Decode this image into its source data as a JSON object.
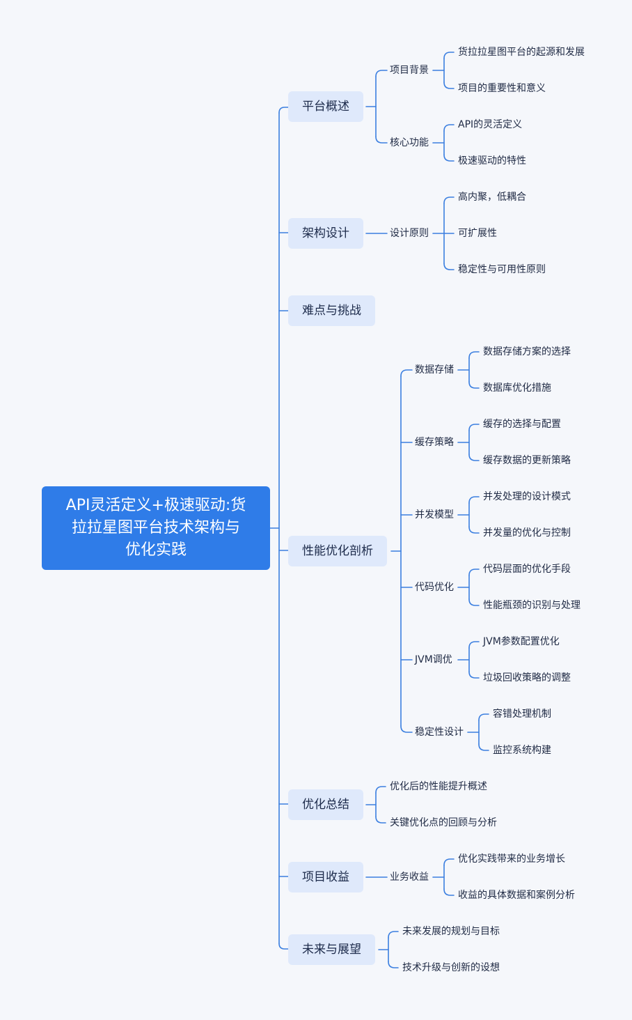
{
  "root": {
    "line1": "API灵活定义+极速驱动:货",
    "line2": "拉拉星图平台技术架构与",
    "line3": "优化实践"
  },
  "branches": {
    "b1": {
      "label": "平台概述",
      "c1": {
        "label": "项目背景",
        "l1": "货拉拉星图平台的起源和发展",
        "l2": "项目的重要性和意义"
      },
      "c2": {
        "label": "核心功能",
        "l1": "API的灵活定义",
        "l2": "极速驱动的特性"
      }
    },
    "b2": {
      "label": "架构设计",
      "c1": {
        "label": "设计原则",
        "l1": "高内聚，低耦合",
        "l2": "可扩展性",
        "l3": "稳定性与可用性原则"
      }
    },
    "b3": {
      "label": "难点与挑战"
    },
    "b4": {
      "label": "性能优化剖析",
      "c1": {
        "label": "数据存储",
        "l1": "数据存储方案的选择",
        "l2": "数据库优化措施"
      },
      "c2": {
        "label": "缓存策略",
        "l1": "缓存的选择与配置",
        "l2": "缓存数据的更新策略"
      },
      "c3": {
        "label": "并发模型",
        "l1": "并发处理的设计模式",
        "l2": "并发量的优化与控制"
      },
      "c4": {
        "label": "代码优化",
        "l1": "代码层面的优化手段",
        "l2": "性能瓶颈的识别与处理"
      },
      "c5": {
        "label": "JVM调优",
        "l1": "JVM参数配置优化",
        "l2": "垃圾回收策略的调整"
      },
      "c6": {
        "label": "稳定性设计",
        "l1": "容错处理机制",
        "l2": "监控系统构建"
      }
    },
    "b5": {
      "label": "优化总结",
      "l1": "优化后的性能提升概述",
      "l2": "关键优化点的回顾与分析"
    },
    "b6": {
      "label": "项目收益",
      "c1": {
        "label": "业务收益",
        "l1": "优化实践带来的业务增长",
        "l2": "收益的具体数据和案例分析"
      }
    },
    "b7": {
      "label": "未来与展望",
      "l1": "未来发展的规划与目标",
      "l2": "技术升级与创新的设想"
    }
  },
  "colors": {
    "accent": "#2f7ce8",
    "topic_bg": "#dfe9fb",
    "line": "#3b7fe0",
    "background": "#f5f7fb"
  }
}
